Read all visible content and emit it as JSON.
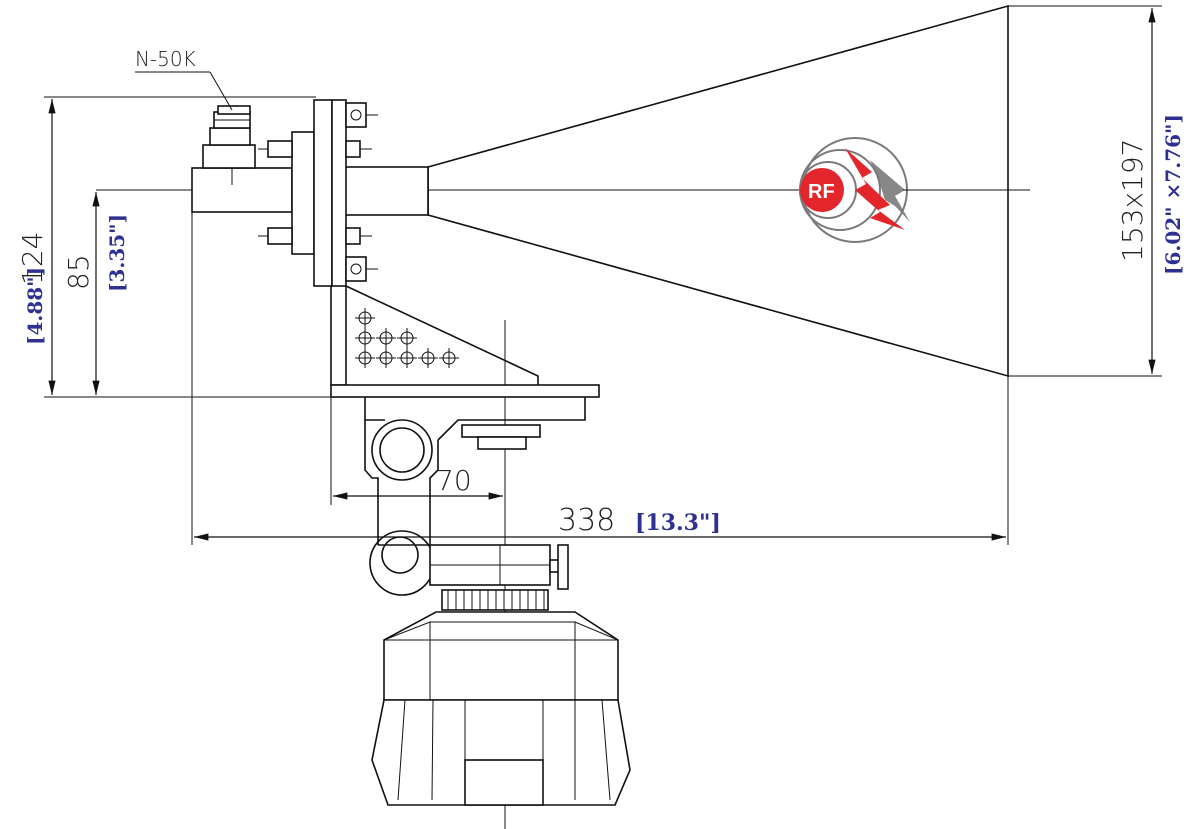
{
  "labels": {
    "connector": "N-50K",
    "height_total_mm": "124",
    "height_total_in": "[4.88\"]",
    "height_center_mm": "85",
    "height_center_in": "[3.35\"]",
    "aperture_mm": "153x197",
    "aperture_in": "[6.02\" ×7.76\"]",
    "length_mm": "338",
    "length_in": "[13.3\"]",
    "offset_mm": "70",
    "logo_text": "RF"
  },
  "colors": {
    "dimension_blue": "#2e3192",
    "logo_red": "#e3262b",
    "logo_gray": "#7a7a7a"
  }
}
